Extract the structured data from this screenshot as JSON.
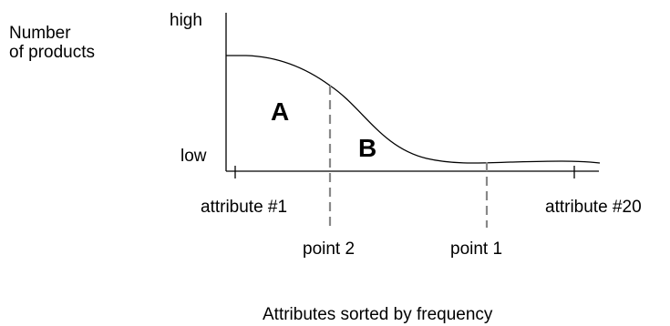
{
  "y_axis": {
    "title_line1": "Number",
    "title_line2": "of products",
    "high_label": "high",
    "low_label": "low"
  },
  "x_axis": {
    "start_label": "attribute #1",
    "end_label": "attribute #20",
    "title": "Attributes sorted by frequency"
  },
  "markers": {
    "point2_label": "point 2",
    "point1_label": "point 1"
  },
  "regions": {
    "a_label": "A",
    "b_label": "B"
  },
  "colors": {
    "curve": "#000000",
    "axes": "#000000",
    "marker_dash": "#888888"
  }
}
